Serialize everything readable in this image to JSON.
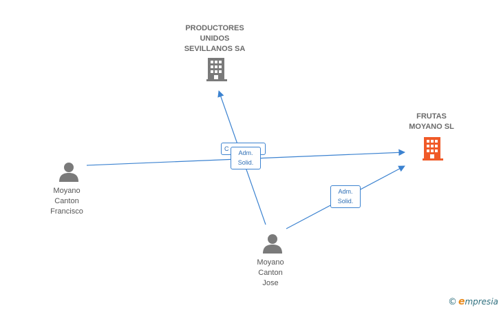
{
  "nodes": {
    "productores": {
      "label": "PRODUCTORES\nUNIDOS\nSEVILLANOS SA",
      "icon": "building-icon",
      "color": "#7a7a7a"
    },
    "frutas": {
      "label": "FRUTAS\nMOYANO  SL",
      "icon": "building-icon",
      "color": "#f05a28"
    },
    "francisco": {
      "label": "Moyano\nCanton\nFrancisco",
      "icon": "person-icon",
      "color": "#7a7a7a"
    },
    "jose": {
      "label": "Moyano\nCanton\nJose",
      "icon": "person-icon",
      "color": "#7a7a7a"
    }
  },
  "edges": {
    "francisco_frutas": {
      "label": "C"
    },
    "jose_productores": {
      "label": "Adm.\nSolid."
    },
    "jose_frutas": {
      "label": "Adm.\nSolid."
    }
  },
  "edge_color": "#3b82d0",
  "watermark": {
    "copyright": "©",
    "brand_initial": "e",
    "brand_rest": "mpresia"
  }
}
